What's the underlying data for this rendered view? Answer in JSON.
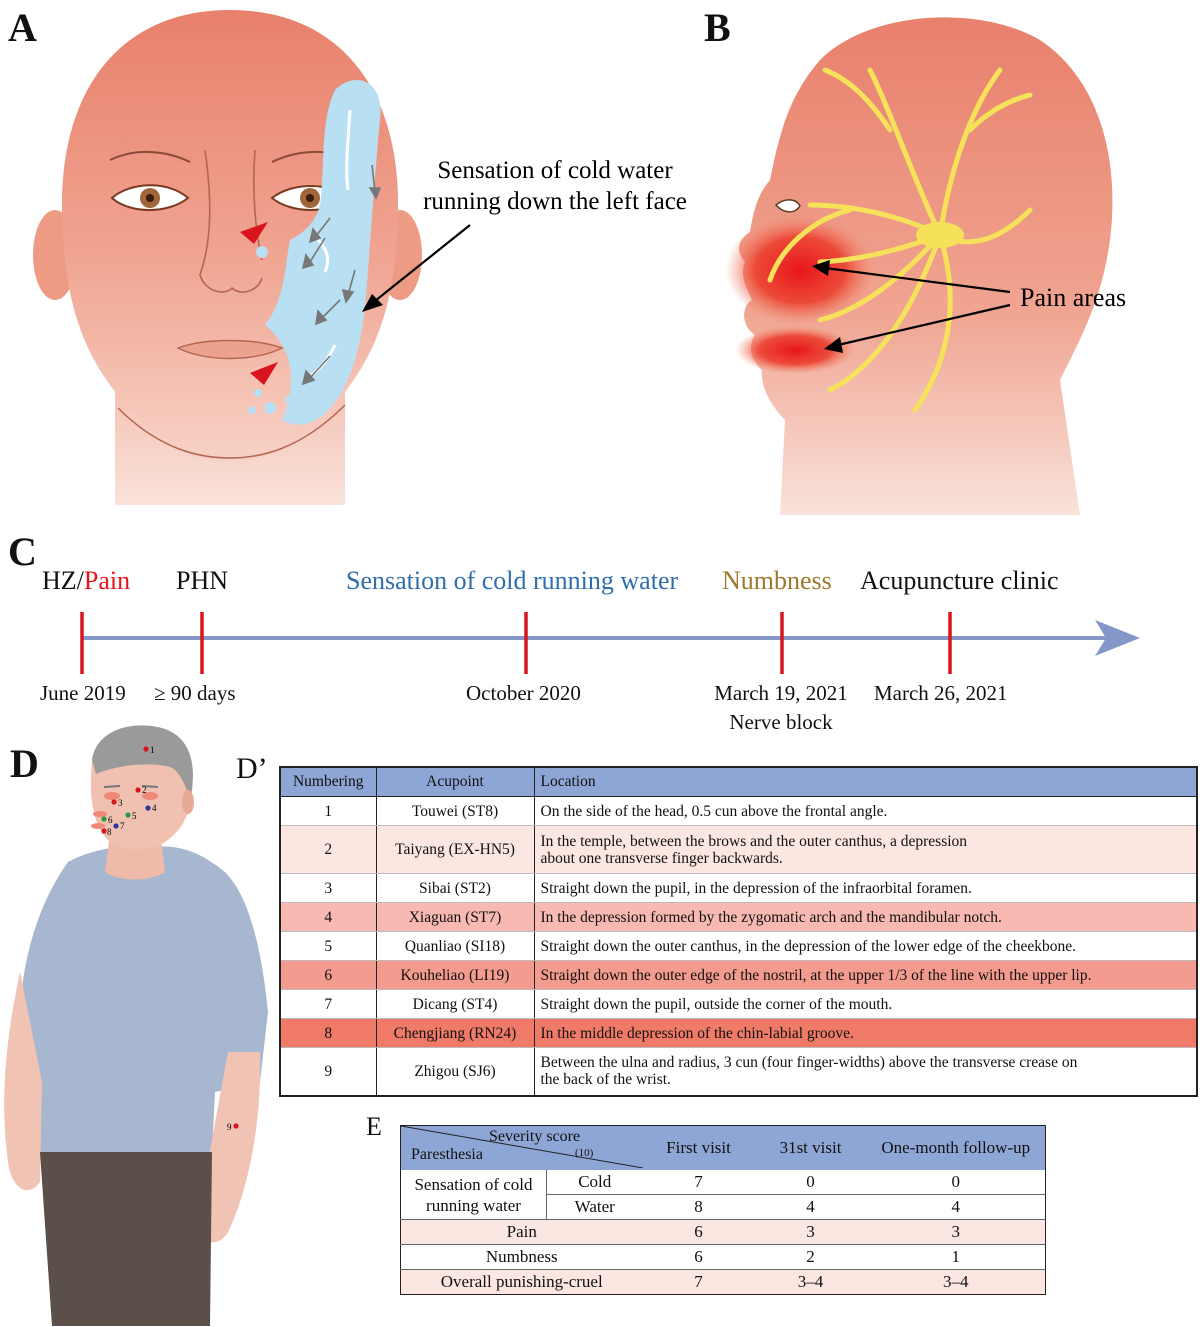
{
  "panels": {
    "a": "A",
    "b": "B",
    "c": "C",
    "d": "D",
    "d_prime": "D’",
    "e": "E"
  },
  "panel_a": {
    "annotation_line1": "Sensation of cold water",
    "annotation_line2": "running down the left face"
  },
  "panel_b": {
    "annotation": "Pain areas"
  },
  "timeline": {
    "events": [
      {
        "top_a": "HZ/",
        "top_b": "Pain",
        "bottom": "June 2019"
      },
      {
        "top": "PHN",
        "bottom": "≥ 90 days"
      },
      {
        "top": "Sensation of cold running water",
        "bottom": "October 2020"
      },
      {
        "top": "Numbness",
        "bottom": "March 19, 2021",
        "bottom2": "Nerve block"
      },
      {
        "top": "Acupuncture clinic",
        "bottom": "March 26, 2021"
      }
    ],
    "colors": {
      "pain": "#e8141b",
      "cold": "#2f6ead",
      "numbness": "#a0782c",
      "axis": "#8597c8",
      "tick": "#d8141c"
    }
  },
  "acupoint_table": {
    "headers": [
      "Numbering",
      "Acupoint",
      "Location"
    ],
    "rows": [
      {
        "num": "1",
        "name": "Touwei (ST8)",
        "loc": "On the side of the head, 0.5 cun above the frontal angle."
      },
      {
        "num": "2",
        "name": "Taiyang (EX-HN5)",
        "loc": "In the temple, between the brows and the outer canthus, a depression",
        "loc2": "about one transverse finger backwards."
      },
      {
        "num": "3",
        "name": "Sibai (ST2)",
        "loc": "Straight down the pupil, in the depression of the infraorbital foramen."
      },
      {
        "num": "4",
        "name": "Xiaguan (ST7)",
        "loc": "In the depression formed by the zygomatic arch and the mandibular notch."
      },
      {
        "num": "5",
        "name": "Quanliao (SI18)",
        "loc": "Straight down the outer canthus, in the depression of the lower edge of the cheekbone."
      },
      {
        "num": "6",
        "name": "Kouheliao (LI19)",
        "loc": "Straight down the outer edge of the nostril, at the upper 1/3 of the line with the upper lip."
      },
      {
        "num": "7",
        "name": "Dicang (ST4)",
        "loc": "Straight down the pupil, outside the corner of the mouth."
      },
      {
        "num": "8",
        "name": "Chengjiang (RN24)",
        "loc": "In the middle depression of the chin-labial groove."
      },
      {
        "num": "9",
        "name": "Zhigou (SJ6)",
        "loc": "Between the ulna and radius, 3 cun (four finger-widths) above the transverse crease on",
        "loc2": "the back of the wrist."
      }
    ]
  },
  "figure_points": [
    "1",
    "2",
    "3",
    "4",
    "5",
    "6",
    "7",
    "8",
    "9"
  ],
  "severity_table": {
    "corner_top": "Severity score",
    "corner_sub": "(10)",
    "corner_bottom": "Paresthesia",
    "headers": [
      "First visit",
      "31st visit",
      "One-month follow-up"
    ],
    "group_label_1": "Sensation of cold",
    "group_label_2": "running water",
    "rows": [
      {
        "label": "Cold",
        "values": [
          "7",
          "0",
          "0"
        ]
      },
      {
        "label": "Water",
        "values": [
          "8",
          "4",
          "4"
        ]
      },
      {
        "label": "Pain",
        "values": [
          "6",
          "3",
          "3"
        ]
      },
      {
        "label": "Numbness",
        "values": [
          "6",
          "2",
          "1"
        ]
      },
      {
        "label": "Overall punishing-cruel",
        "values": [
          "7",
          "3–4",
          "3–4"
        ]
      }
    ]
  }
}
